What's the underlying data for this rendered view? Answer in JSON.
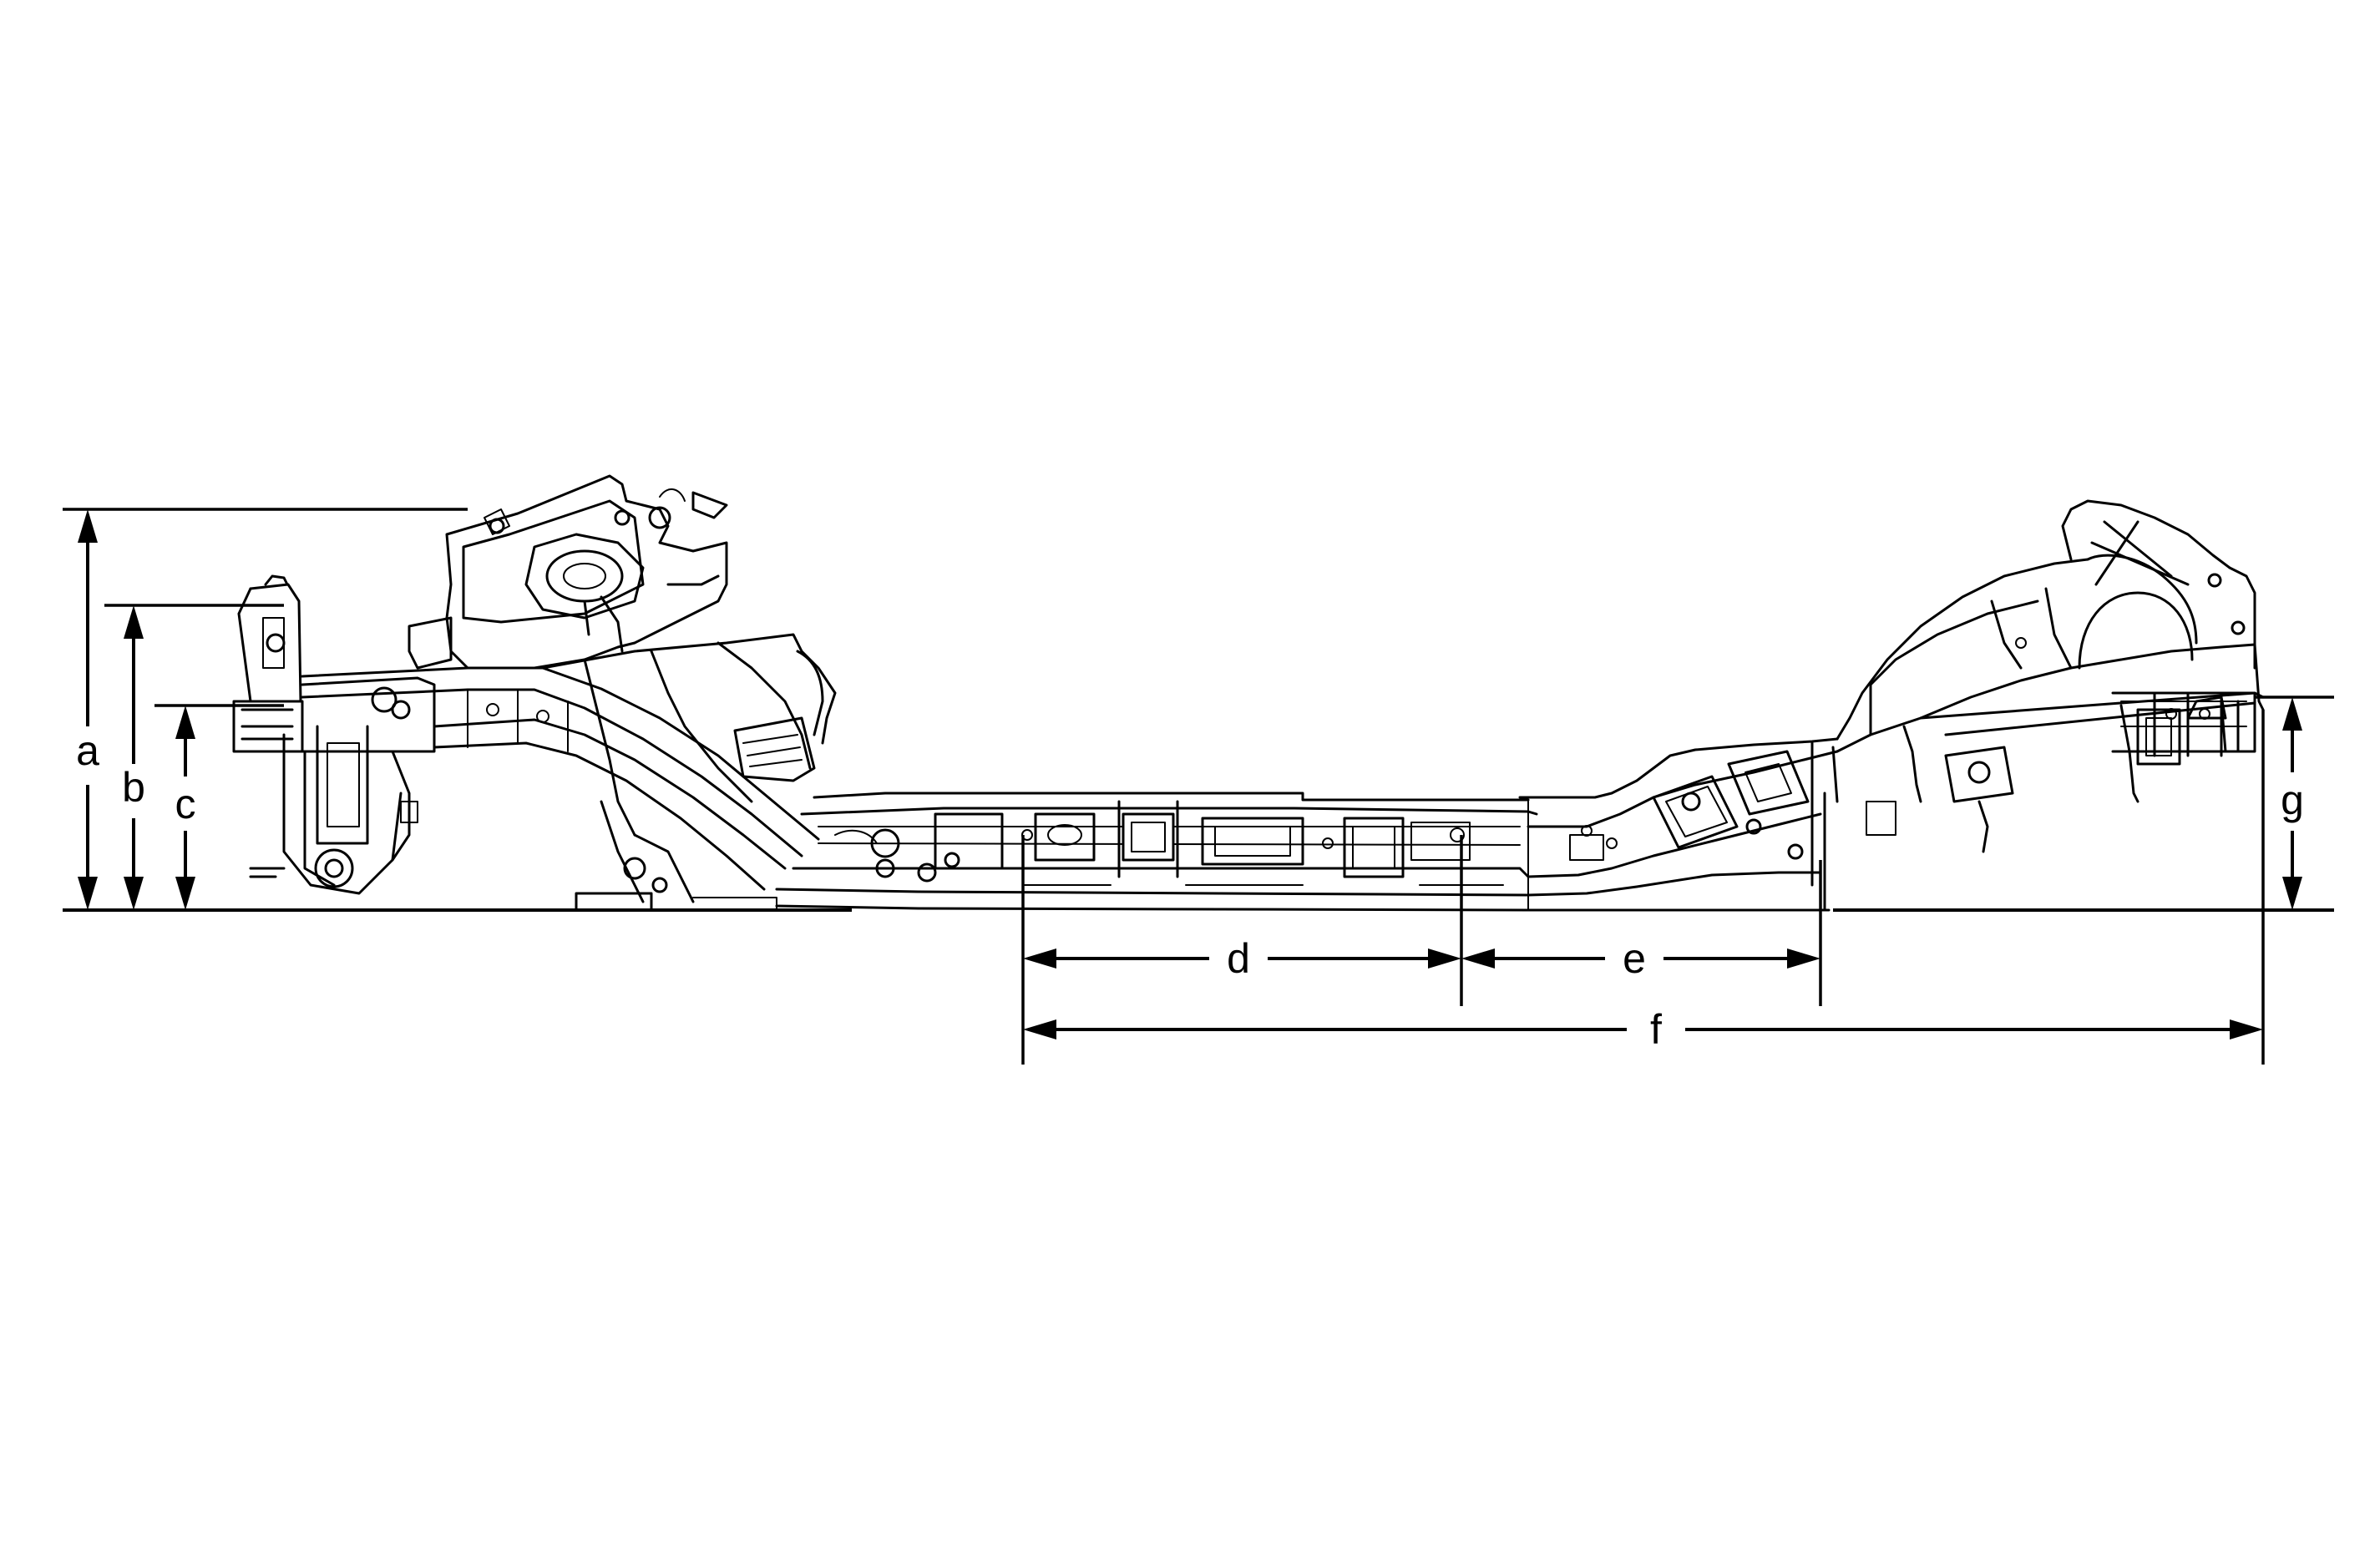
{
  "dimension_labels": {
    "a": "a",
    "b": "b",
    "c": "c",
    "d": "d",
    "e": "e",
    "f": "f",
    "g": "g"
  }
}
